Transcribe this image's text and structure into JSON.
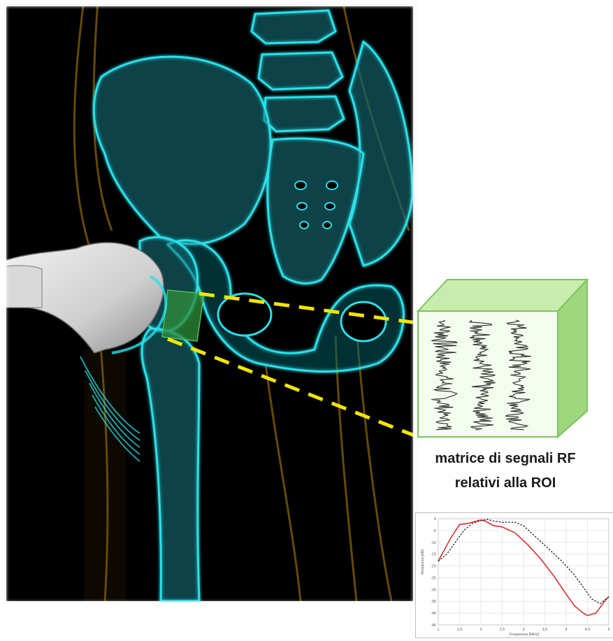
{
  "caption": {
    "line1": "matrice di segnali RF",
    "line2": "relativi alla ROI"
  },
  "colors": {
    "bone": "#29e0ea",
    "leg_outline": "#b8860b",
    "background": "#000000",
    "roi": "#2f8f3a",
    "leader_lines": "#f2e500",
    "cube_face": "#d8f2c0",
    "series_red": "#d83030",
    "series_black": "#222222"
  },
  "icons": {
    "probe": "ultrasound-probe-icon",
    "cube": "rf-matrix-cube-icon"
  },
  "chart_data": {
    "type": "line",
    "xlabel": "Frequenza [MHz]",
    "ylabel": "Ampiezza [dB]",
    "xlim": [
      1,
      5
    ],
    "ylim": [
      -45,
      0
    ],
    "xticks": [
      "1",
      "1,5",
      "2",
      "2,5",
      "3",
      "3,5",
      "4",
      "4,5",
      "5"
    ],
    "yticks": [
      "0",
      "-5",
      "-10",
      "-15",
      "-20",
      "-25",
      "-30",
      "-35",
      "-40",
      "-45"
    ],
    "grid": true,
    "series": [
      {
        "style": "solid-red",
        "x": [
          1,
          1.15,
          1.3,
          1.5,
          1.7,
          1.9,
          2.0,
          2.1,
          2.3,
          2.5,
          2.8,
          3.1,
          3.4,
          3.7,
          4.0,
          4.2,
          4.4,
          4.5,
          4.7,
          4.9,
          5.0
        ],
        "y": [
          -18,
          -13,
          -8,
          -2.5,
          -2,
          -1,
          -0.6,
          -1,
          -3,
          -3.5,
          -6,
          -11,
          -17,
          -24,
          -32,
          -37,
          -40,
          -41,
          -40,
          -35,
          -33
        ]
      },
      {
        "style": "dashed-black",
        "x": [
          1,
          1.2,
          1.4,
          1.6,
          1.8,
          2.0,
          2.15,
          2.3,
          2.5,
          2.8,
          3.0,
          3.3,
          3.6,
          3.9,
          4.2,
          4.4,
          4.6,
          4.8,
          5.0
        ],
        "y": [
          -18,
          -15,
          -10,
          -5,
          -2,
          -0.8,
          -0.3,
          -1,
          -1.5,
          -1.5,
          -3,
          -8,
          -13,
          -18,
          -24,
          -29,
          -34,
          -36,
          -33
        ]
      }
    ]
  }
}
